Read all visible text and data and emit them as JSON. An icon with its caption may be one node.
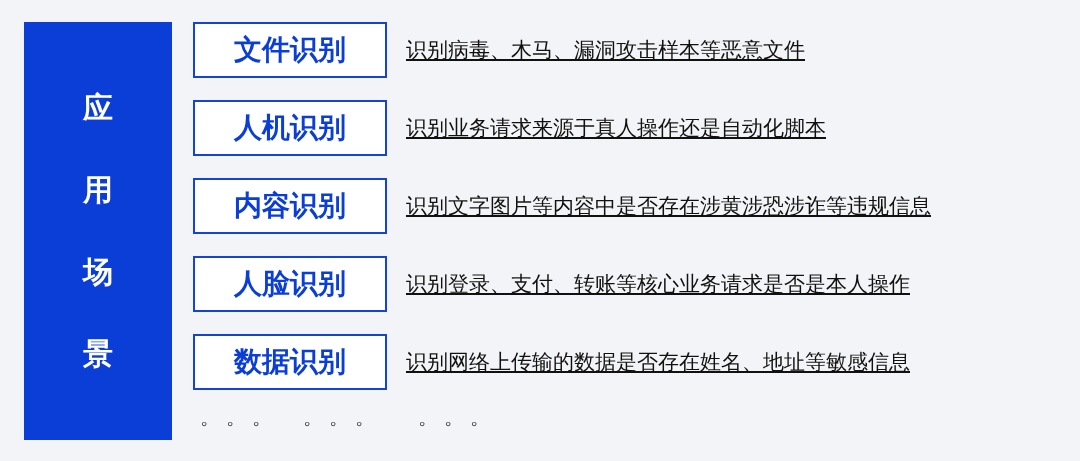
{
  "diagram": {
    "nodes": [
      {
        "text": [
          "应用场景"
        ]
      },
      {
        "text": [
          "文件识别"
        ],
        "beside": [
          "识别病毒、木马、漏洞攻击样本等恶意文件"
        ]
      },
      {
        "text": [
          "人机识别"
        ],
        "beside": [
          "识别业务请求来源于真人操作还是自动化脚本"
        ]
      },
      {
        "text": [
          "内容识别"
        ],
        "beside": [
          "识别文字图片等内容中是否存在涉黄涉恐涉诈等违规信息"
        ]
      },
      {
        "text": [
          "人脸识别"
        ],
        "beside": [
          "识别登录、支付、转账等核心业务请求是否是本人操作"
        ]
      },
      {
        "text": [
          "数据识别"
        ],
        "beside": [
          "识别网络上传输的数据是否存在姓名、地址等敏感信息"
        ]
      }
    ],
    "labels": [
      "。。。",
      "。。。",
      "。。。"
    ]
  }
}
